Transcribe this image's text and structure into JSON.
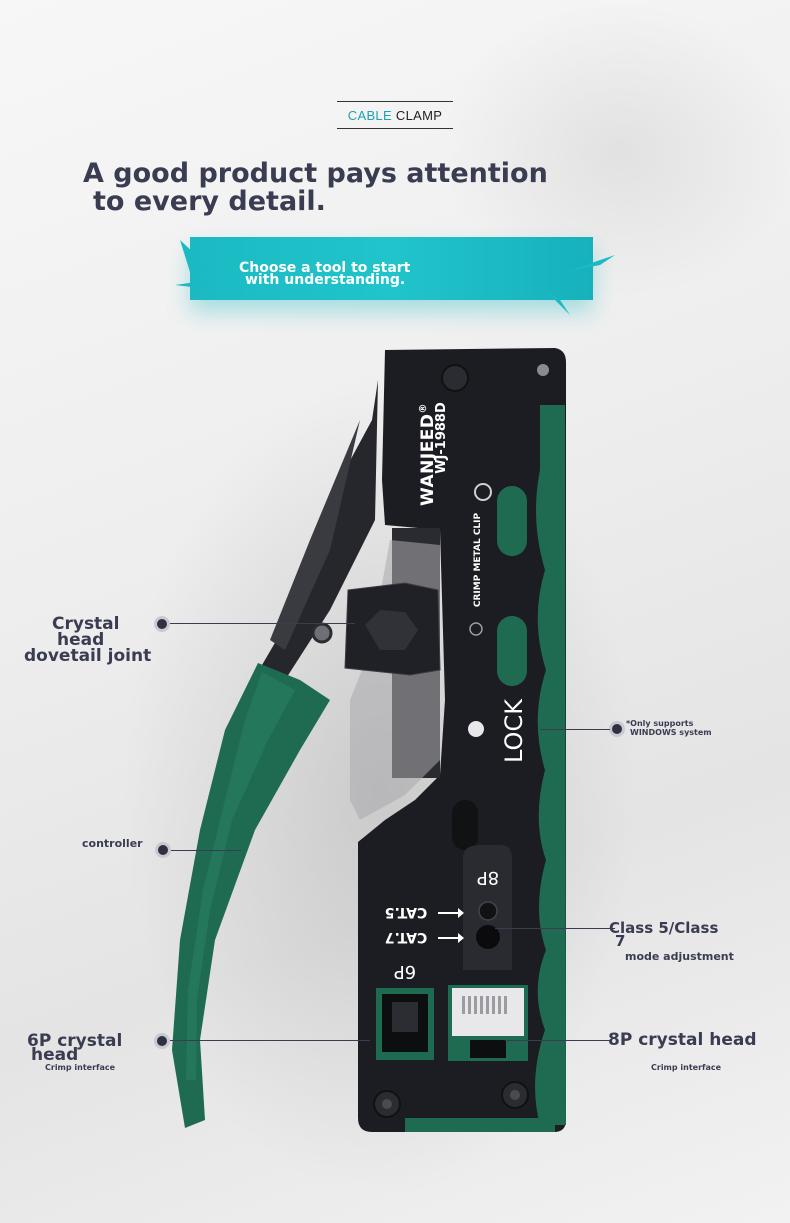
{
  "header": {
    "tag_accent": "CABLE",
    "tag_rest": "CLAMP",
    "headline_line1": "A good product pays attention",
    "headline_line2": "to every detail.",
    "banner_line1": "Choose a tool to start",
    "banner_line2": "with understanding."
  },
  "tool": {
    "brand": "WANJEED",
    "registered": "®",
    "model": "WJ-1988D",
    "crimp_label": "CRIMP METAL CLIP",
    "lock_label": "LOCK",
    "slot_8p": "8P",
    "slot_6p": "6P",
    "cat5": "CAT.5",
    "cat7": "CAT.7"
  },
  "callouts": {
    "dovetail": "Crystal head dovetail joint",
    "dovetail_l1": "Crystal",
    "dovetail_l2": "head",
    "dovetail_l3": "dovetail joint",
    "windows_l1": "*Only supports",
    "windows_l2": "WINDOWS system",
    "controller": "controller",
    "class_l1": "Class 5/Class",
    "class_l2": "7",
    "class_l3": "mode adjustment",
    "six_p_l1": "6P crystal",
    "six_p_l2": "head",
    "six_p_sub": "Crimp interface",
    "eight_p": "8P crystal head",
    "eight_p_sub": "Crimp interface"
  },
  "colors": {
    "accent": "#1aa5ad",
    "banner": "#1bbac3",
    "tool_body": "#1c1d22",
    "handle_green": "#1f6b52",
    "text_dark": "#3a3c52"
  }
}
